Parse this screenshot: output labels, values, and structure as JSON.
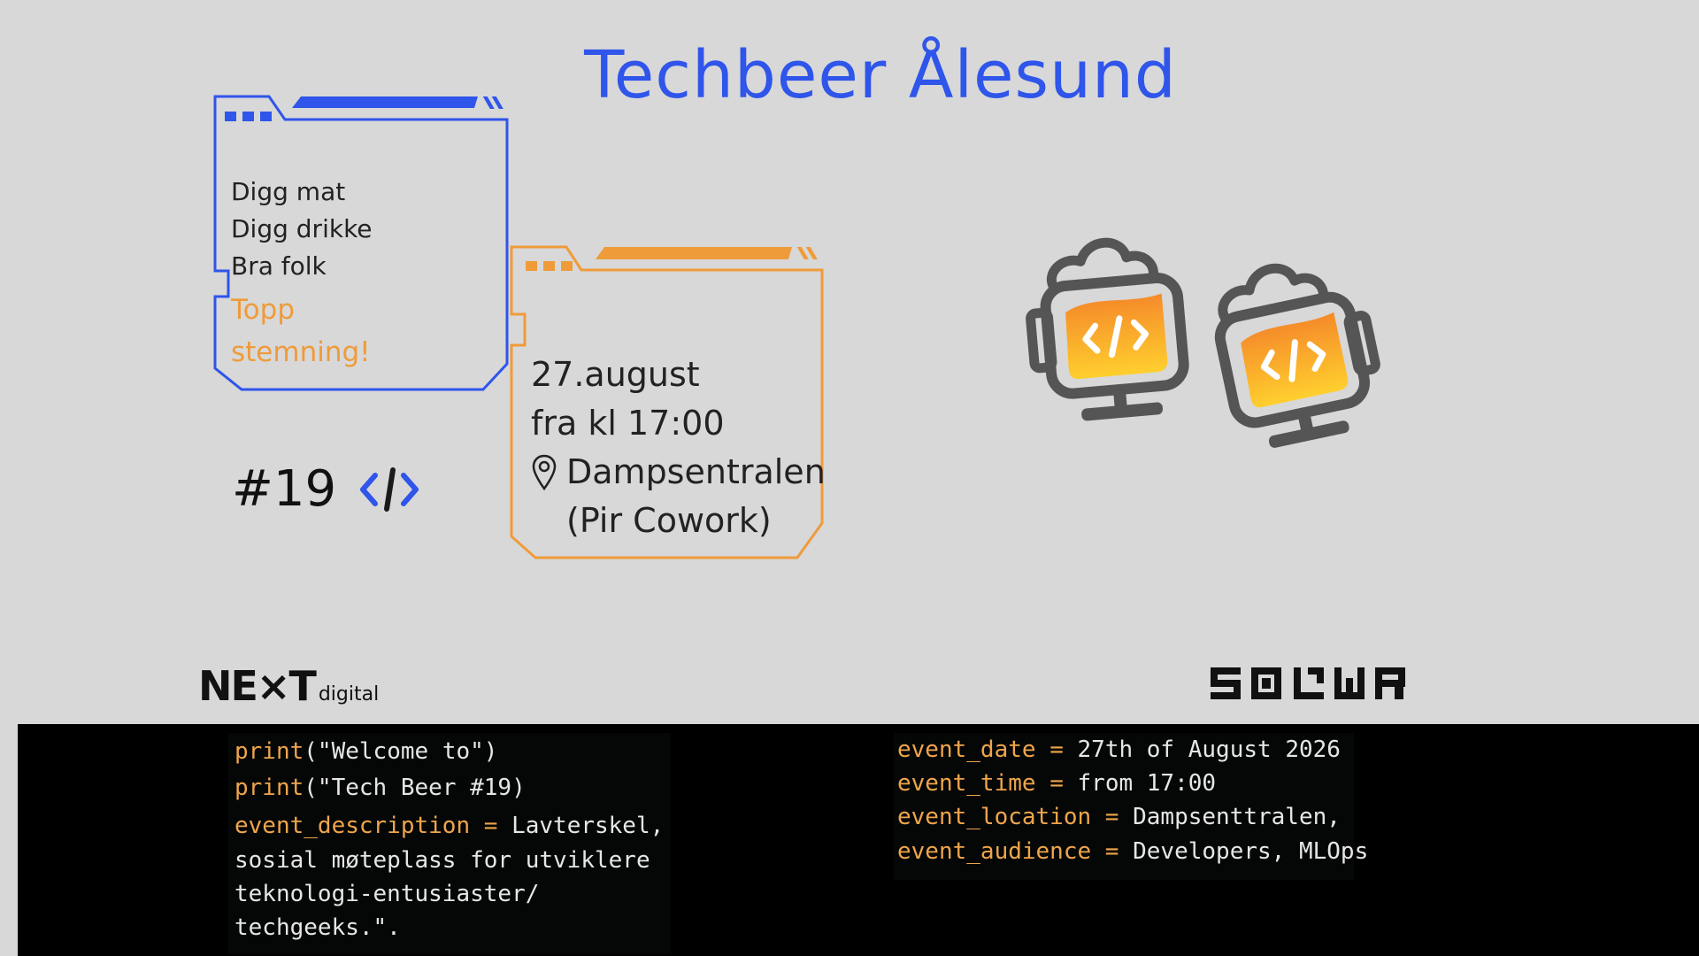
{
  "title": "Techbeer Ålesund",
  "colors": {
    "blue": "#2f55ea",
    "orange": "#ef9b3a",
    "background": "#d8d8d8",
    "terminal": "#000000"
  },
  "blue_card": {
    "lines": [
      "Digg mat",
      "Digg drikke",
      "Bra folk"
    ],
    "accent": "Topp stemning!"
  },
  "orange_card": {
    "date": "27.august",
    "time": "fra kl 17:00",
    "location_icon": "map-pin-icon",
    "location": "Dampsentralen",
    "location_sub": "(Pir Cowork)"
  },
  "episode": {
    "number": "#19",
    "icon": "code-brackets-icon"
  },
  "illustration": {
    "icon": "two-beer-monitors-icon"
  },
  "logos": {
    "next_main": "NE×T",
    "next_sub": "digital",
    "solwr": "SOLWR"
  },
  "code_left": {
    "line1_fn": "print",
    "line1_arg": "(\"Welcome to\")",
    "line2_fn": "print",
    "line2_arg": "(\"Tech Beer #19)",
    "desc_key": "event_description",
    "desc_eq": " = ",
    "desc_lines": [
      "Lavterskel,",
      "sosial møteplass for utviklere",
      "teknologi-entusiaster/",
      "techgeeks.\"."
    ]
  },
  "code_right": [
    {
      "key": "event_date",
      "eq": " = ",
      "value": "27th of August 2026"
    },
    {
      "key": "event_time",
      "eq": " = ",
      "value": "from 17:00"
    },
    {
      "key": "event_location",
      "eq": " = ",
      "value": "Dampsenttralen,"
    },
    {
      "key": "event_audience",
      "eq": " = ",
      "value": "Developers, MLOps"
    }
  ]
}
